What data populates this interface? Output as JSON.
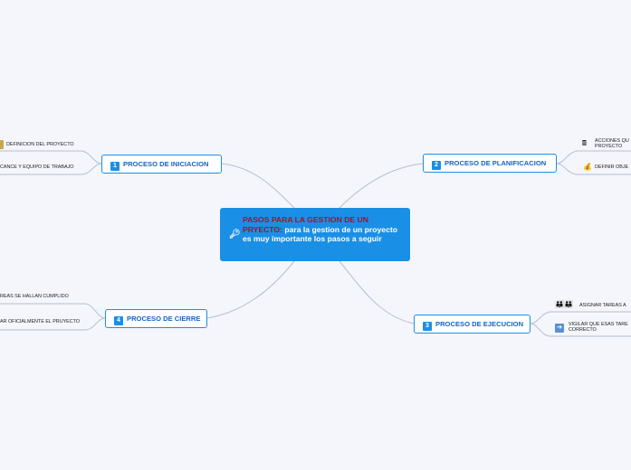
{
  "central": {
    "title": "PASOS PARA LA GESTION DE UN PRYECTO",
    "separator": ":",
    "subtitle": "para la gestion de un proyecto es muy importante los pasos a seguir",
    "icon": "key-icon"
  },
  "branches": [
    {
      "number": "1",
      "label": "PROCESO DE INICIACION",
      "leaves": [
        {
          "label": "DEFINICION DEL PROYECTO",
          "icon": "document-icon"
        },
        {
          "label": "CANCE Y EQUIPO DE TRABAJO",
          "icon": ""
        }
      ]
    },
    {
      "number": "2",
      "label": "PROCESO DE PLANIFICACION",
      "leaves": [
        {
          "label": "ACCIONES QU",
          "label2": "PROYECTO",
          "icon": "cash-register-icon"
        },
        {
          "label": "DEFINIR OBJE",
          "icon": "money-bag-icon"
        }
      ]
    },
    {
      "number": "3",
      "label": "PROCESO DE EJECUCION",
      "leaves": [
        {
          "label": "ASIGNAR TAREAS A",
          "icon": "people-icon"
        },
        {
          "label": "VIGILAR QUE ESAS TARE",
          "label2": "CORRECTO",
          "icon": "right-arrow-icon"
        }
      ]
    },
    {
      "number": "4",
      "label": "PROCESO DE CIERRE",
      "leaves": [
        {
          "label": "REAS SE HALLAN CUMPLIDO",
          "icon": ""
        },
        {
          "label": "AR OFICIALMENTE EL PRUYECTO",
          "icon": ""
        }
      ]
    }
  ],
  "colors": {
    "background": "#f4f6fc",
    "central_fill": "#1a8fe6",
    "central_title": "#a5141c",
    "node_border": "#1a8fe6",
    "node_text": "#1565c0",
    "connector": "#b4bfd0"
  }
}
